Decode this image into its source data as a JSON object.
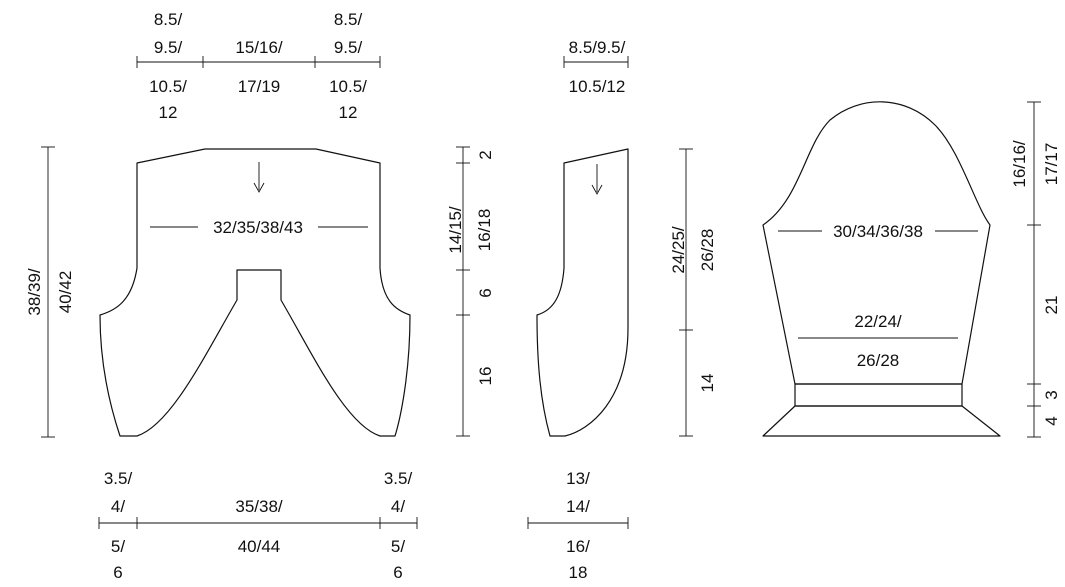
{
  "back_piece": {
    "top_left_label": [
      "8.5/",
      "9.5/",
      "10.5/",
      "12"
    ],
    "top_center_label": [
      "15/16/",
      "17/19"
    ],
    "top_right_label": [
      "8.5/",
      "9.5/",
      "10.5/",
      "12"
    ],
    "width_label": "32/35/38/43",
    "height_label": [
      "38/39/",
      "40/42"
    ],
    "bottom_left_label": [
      "3.5/",
      "4/",
      "5/",
      "6"
    ],
    "bottom_center_label": [
      "35/38/",
      "40/44"
    ],
    "bottom_right_label": [
      "3.5/",
      "4/",
      "5/",
      "6"
    ],
    "side_labels": {
      "shoulder": "2",
      "armhole": [
        "14/15/",
        "16/18"
      ],
      "middle": "6",
      "lower": "16"
    }
  },
  "front_piece": {
    "top_label": [
      "8.5/9.5/",
      "10.5/12"
    ],
    "height_label": [
      "24/25/",
      "26/28"
    ],
    "lower_label": "14",
    "bottom_label": [
      "13/",
      "14/",
      "16/",
      "18"
    ]
  },
  "sleeve_piece": {
    "width_label": "30/34/36/38",
    "lower_width_label": [
      "22/24/",
      "26/28"
    ],
    "cap_label": [
      "16/16/",
      "17/17"
    ],
    "length_label": "21",
    "cuff_label_1": "3",
    "cuff_label_2": "4"
  }
}
